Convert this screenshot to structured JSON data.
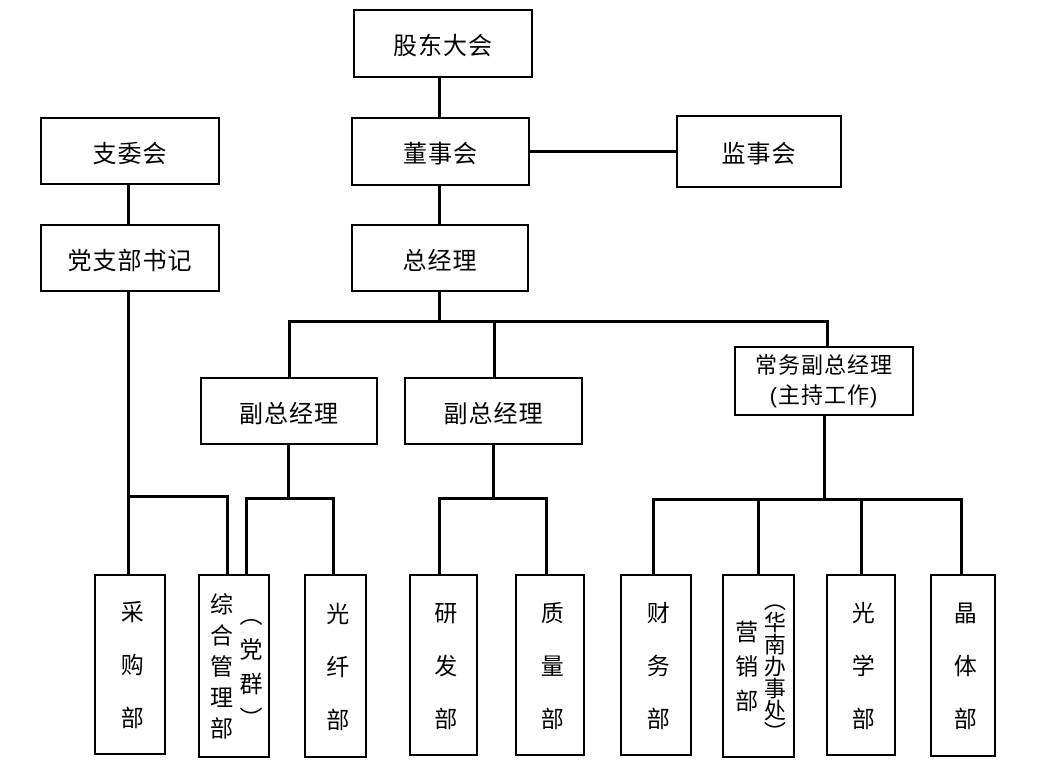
{
  "colors": {
    "background": "#ffffff",
    "line": "#000000",
    "box_border": "#000000",
    "text": "#000000"
  },
  "nodes": {
    "shareholders_meeting": {
      "label": "股东大会"
    },
    "branch_committee": {
      "label": "支委会"
    },
    "board_of_directors": {
      "label": "董事会"
    },
    "supervisory_board": {
      "label": "监事会"
    },
    "party_branch_secretary": {
      "label": "党支部书记"
    },
    "general_manager": {
      "label": "总经理"
    },
    "deputy_gm_left": {
      "label": "副总经理"
    },
    "deputy_gm_middle": {
      "label": "副总经理"
    },
    "executive_deputy_gm": {
      "label": "常务副总经理",
      "sublabel": "(主持工作)"
    },
    "purchasing_dept": {
      "label": "采购部"
    },
    "general_admin_dept": {
      "label": "综合管理部",
      "note": "（党群）"
    },
    "fiber_dept": {
      "label": "光纤部"
    },
    "rd_dept": {
      "label": "研发部"
    },
    "quality_dept": {
      "label": "质量部"
    },
    "finance_dept": {
      "label": "财务部"
    },
    "marketing_dept": {
      "label": "营销部",
      "note": "（华南办事处）"
    },
    "optics_dept": {
      "label": "光学部"
    },
    "crystal_dept": {
      "label": "晶体部"
    }
  },
  "edges": [
    {
      "from": "shareholders_meeting",
      "to": "board_of_directors"
    },
    {
      "from": "board_of_directors",
      "to": "supervisory_board"
    },
    {
      "from": "board_of_directors",
      "to": "general_manager"
    },
    {
      "from": "branch_committee",
      "to": "party_branch_secretary"
    },
    {
      "from": "general_manager",
      "to": "deputy_gm_left"
    },
    {
      "from": "general_manager",
      "to": "deputy_gm_middle"
    },
    {
      "from": "general_manager",
      "to": "executive_deputy_gm"
    },
    {
      "from": "party_branch_secretary",
      "to": "purchasing_dept"
    },
    {
      "from": "party_branch_secretary",
      "to": "general_admin_dept"
    },
    {
      "from": "deputy_gm_left",
      "to": "general_admin_dept"
    },
    {
      "from": "deputy_gm_left",
      "to": "fiber_dept"
    },
    {
      "from": "deputy_gm_middle",
      "to": "rd_dept"
    },
    {
      "from": "deputy_gm_middle",
      "to": "quality_dept"
    },
    {
      "from": "executive_deputy_gm",
      "to": "finance_dept"
    },
    {
      "from": "executive_deputy_gm",
      "to": "marketing_dept"
    },
    {
      "from": "executive_deputy_gm",
      "to": "optics_dept"
    },
    {
      "from": "executive_deputy_gm",
      "to": "crystal_dept"
    }
  ]
}
